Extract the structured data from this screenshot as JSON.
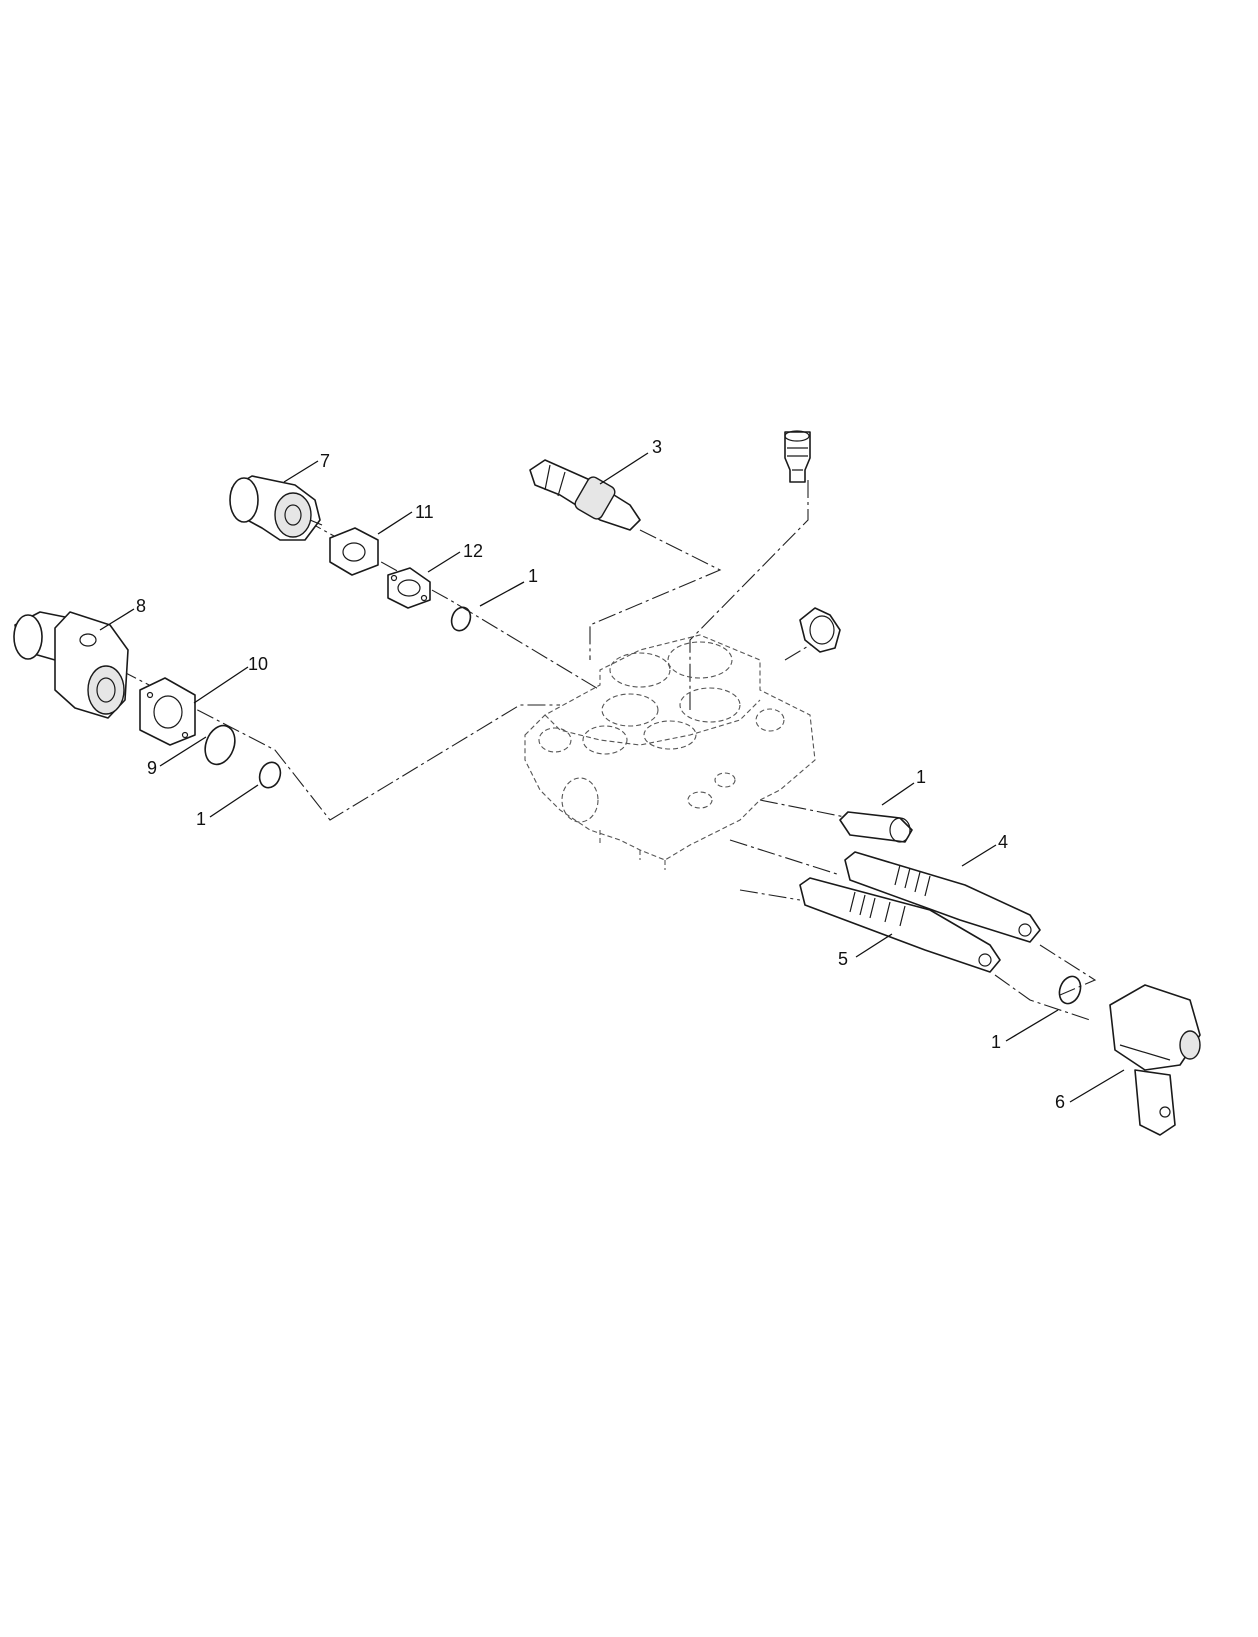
{
  "diagram": {
    "callouts": {
      "c1_oring_top": "1",
      "c1_oring_left": "1",
      "c1_plug_right": "1",
      "c1_oring_bottom": "1",
      "c3": "3",
      "c4": "4",
      "c5": "5",
      "c6": "6",
      "c7": "7",
      "c8": "8",
      "c9": "9",
      "c10": "10",
      "c11": "11",
      "c12": "12"
    }
  }
}
